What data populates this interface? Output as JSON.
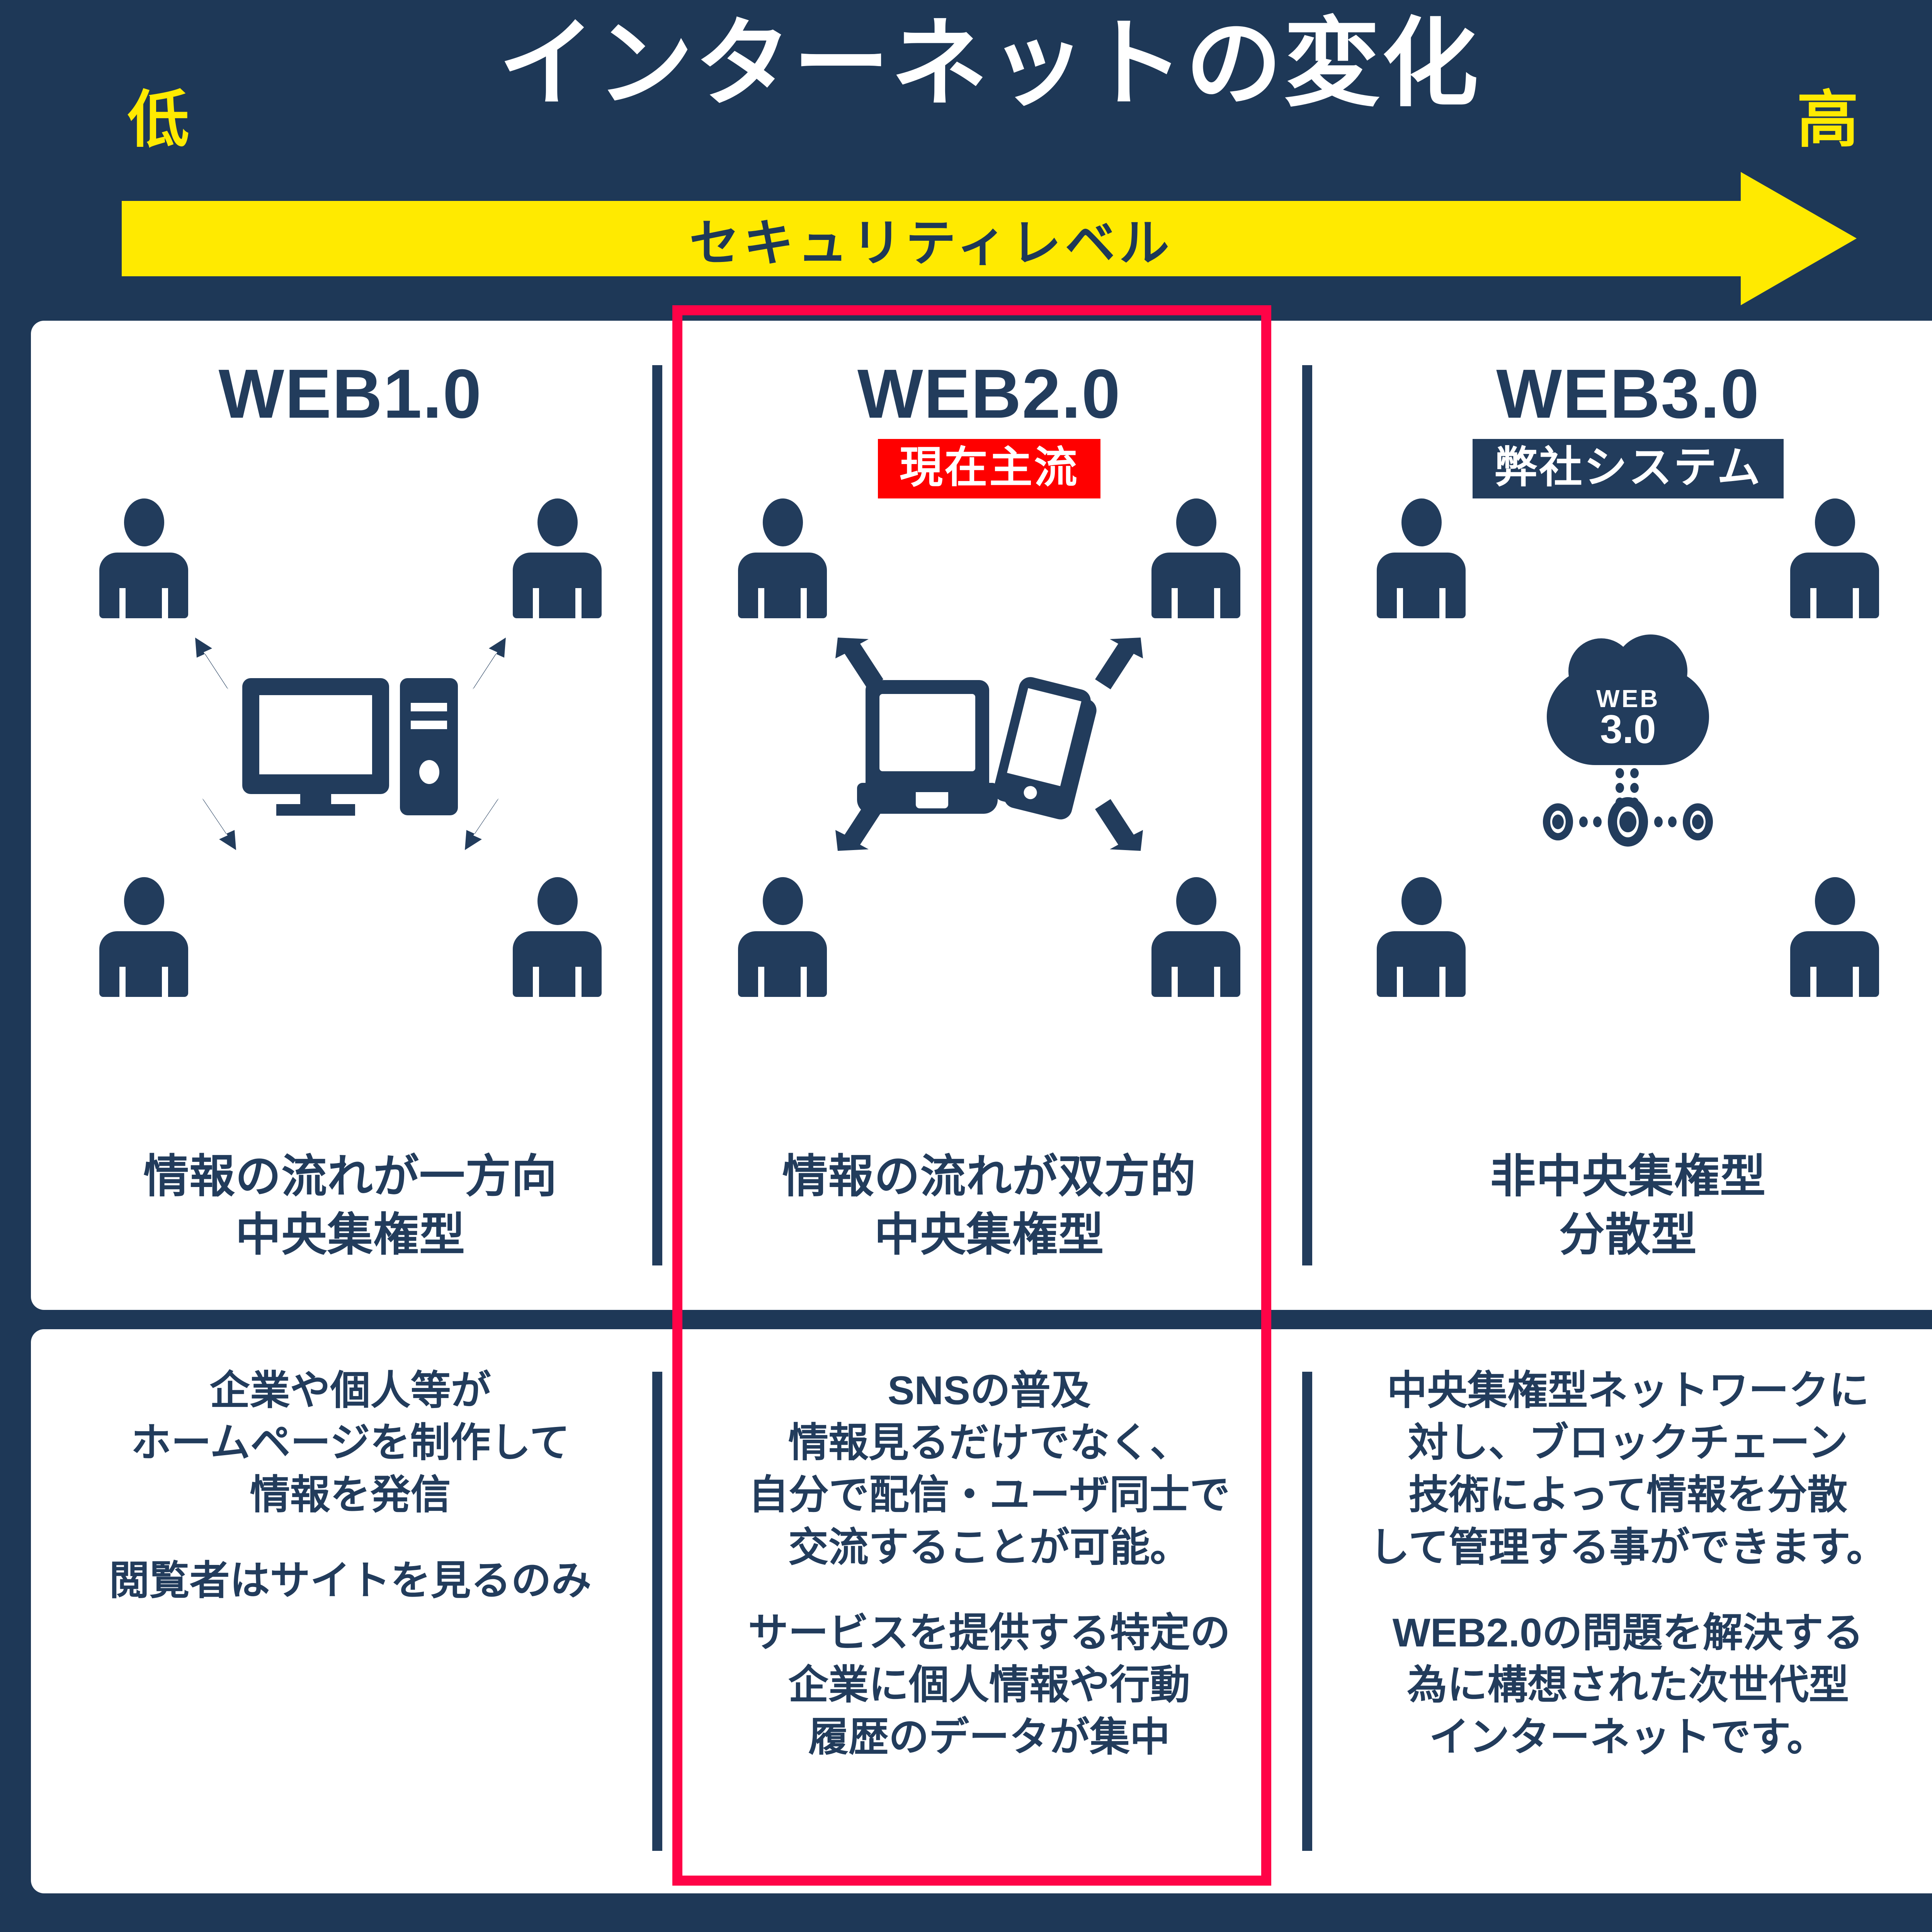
{
  "header": {
    "title": "インターネットの変化",
    "axis_low": "低",
    "axis_high": "高",
    "arrow_label": "セキュリティレベル"
  },
  "colors": {
    "background": "#1E3857",
    "navy": "#223C5C",
    "yellow": "#FFEA00",
    "badge_red": "#FF0000",
    "highlight_red": "#FF0347",
    "card": "#FFFFFF"
  },
  "columns": [
    {
      "title": "WEB1.0",
      "badge": null,
      "badge_style": null,
      "caption": "情報の流れが一方向\n中央集権型",
      "center_icon": "desktop-computer-icon",
      "description_1": "企業や個人等が\nホームページを制作して\n情報を発信",
      "description_2": "閲覧者はサイトを見るのみ"
    },
    {
      "title": "WEB2.0",
      "badge": "現在主流",
      "badge_style": "red",
      "caption": "情報の流れが双方的\n中央集権型",
      "center_icon": "laptop-smartphone-icon",
      "description_1": "SNSの普及\n情報見るだけでなく、\n自分で配信・ユーザ同士で\n交流することが可能。",
      "description_2": "サービスを提供する特定の\n企業に個人情報や行動\n履歴のデータが集中"
    },
    {
      "title": "WEB3.0",
      "badge": "弊社システム",
      "badge_style": "navy",
      "caption": "非中央集権型\n分散型",
      "center_icon": "cloud-network-icon",
      "cloud_label_line1": "WEB",
      "cloud_label_line2": "3.0",
      "description_1": "中央集権型ネットワークに\n対し、ブロックチェーン\n技術によって情報を分散\nして管理する事ができます。",
      "description_2": "WEB2.0の問題を解決する\n為に構想された次世代型\nインターネットです。"
    }
  ]
}
